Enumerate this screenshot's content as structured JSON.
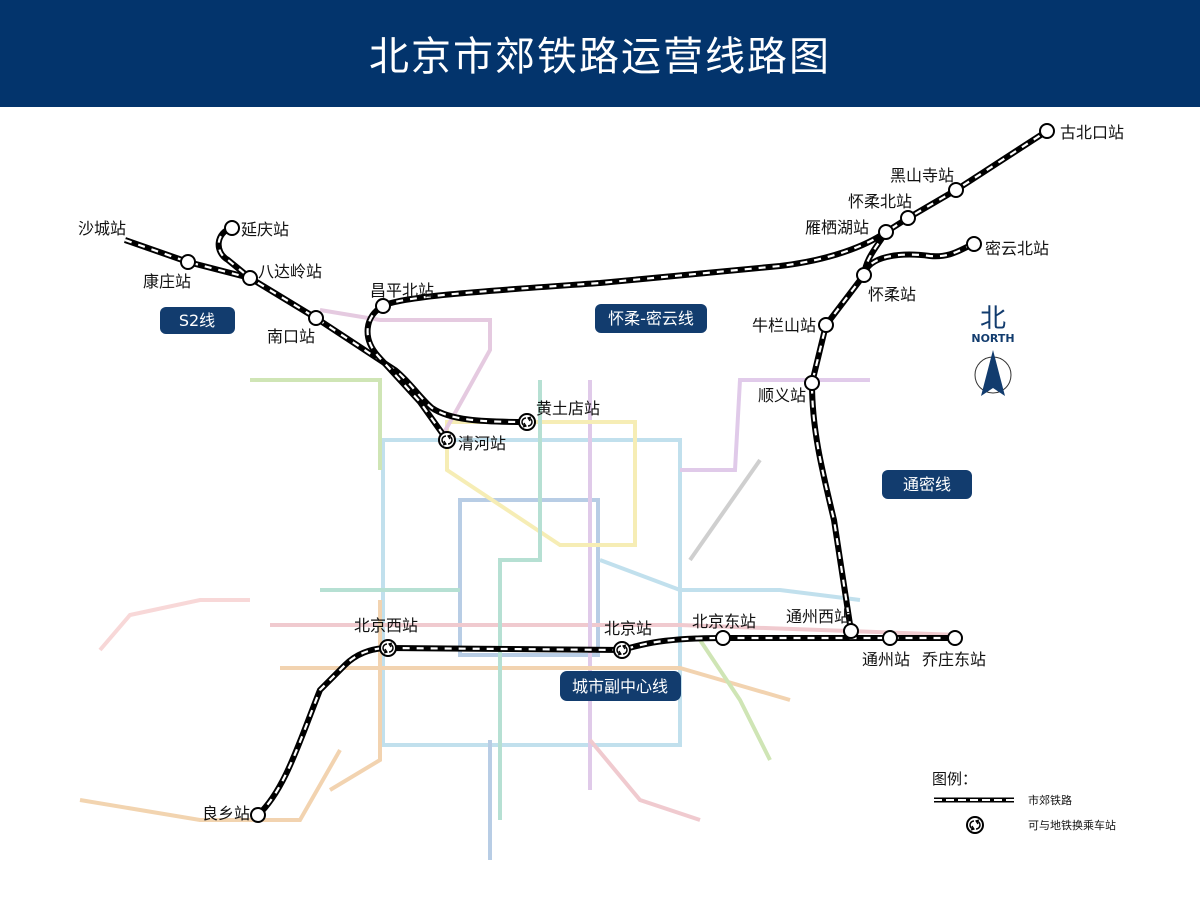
{
  "header": {
    "title": "北京市郊铁路运营线路图",
    "background": "#03346c"
  },
  "line_labels": {
    "s2": "S2线",
    "huairou_miyun": "怀柔-密云线",
    "tongmi": "通密线",
    "sub_center": "城市副中心线",
    "box_color": "#123c6e"
  },
  "stations": {
    "gubeikou": "古北口站",
    "heishansi": "黑山寺站",
    "huairoubei": "怀柔北站",
    "yanqihu": "雁栖湖站",
    "miyunbei": "密云北站",
    "huairou": "怀柔站",
    "niulanshan": "牛栏山站",
    "shunyi": "顺义站",
    "tongzhouxi": "通州西站",
    "tongzhou": "通州站",
    "qiaozhuangdong": "乔庄东站",
    "beijingdong": "北京东站",
    "beijing": "北京站",
    "beijingxi": "北京西站",
    "liangxiang": "良乡站",
    "shacheng": "沙城站",
    "kangzhuang": "康庄站",
    "yanqing": "延庆站",
    "badaling": "八达岭站",
    "nankou": "南口站",
    "changpingbei": "昌平北站",
    "qinghe": "清河站",
    "huangtudian": "黄土店站"
  },
  "compass": {
    "cn": "北",
    "en": "NORTH"
  },
  "legend": {
    "title": "图例：",
    "rail": "市郊铁路",
    "interchange": "可与地铁换乘车站"
  },
  "subway_colors": [
    "#e4a0a8",
    "#8fc7e0",
    "#7fa6d0",
    "#a9d07a",
    "#c8a0d8",
    "#f0e07a",
    "#e8b070",
    "#7cc8b0",
    "#d0a0c8",
    "#f2b8b8",
    "#a8a8a8"
  ]
}
